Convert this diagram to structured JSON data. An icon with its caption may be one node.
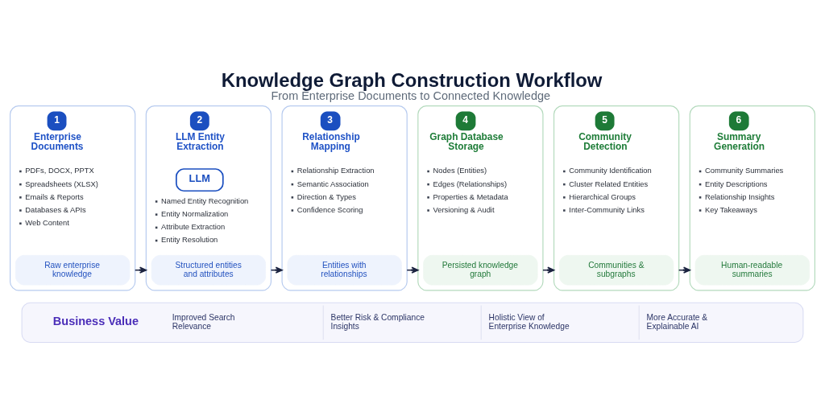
{
  "diagram": {
    "title": "Knowledge Graph Construction Workflow",
    "caption": "From Enterprise Documents to Connected Knowledge",
    "nodes": [
      {
        "text": [
          "Enterprise Documents",
          "PDFs, DOCX, PPTX",
          "Spreadsheets (XLSX)",
          "Emails & Reports",
          "Databases & APIs",
          "Web Content"
        ],
        "beside": [
          "1"
        ]
      },
      {
        "text": [
          "Raw enterprise knowledge"
        ],
        "in": 0
      },
      {
        "text": [
          "LLM Entity Extraction",
          "LLM",
          "Named Entity Recognition",
          "Entity Normalization",
          "Attribute Extraction",
          "Entity Resolution"
        ],
        "beside": [
          "2"
        ]
      },
      {
        "text": [
          "Structured entities and attributes"
        ],
        "in": 2
      },
      {
        "text": [
          "Relationship Mapping",
          "Relationship Extraction",
          "Semantic Association",
          "Direction & Types",
          "Confidence Scoring"
        ],
        "beside": [
          "3"
        ]
      },
      {
        "text": [
          "Entities with relationships"
        ],
        "in": 4
      },
      {
        "text": [
          "Graph Database Storage",
          "Nodes (Entities)",
          "Edges (Relationships)",
          "Properties & Metadata",
          "Versioning & Audit"
        ],
        "beside": [
          "4"
        ]
      },
      {
        "text": [
          "Persisted knowledge graph"
        ],
        "in": 6
      },
      {
        "text": [
          "Community Detection",
          "Community Identification",
          "Cluster Related Entities",
          "Hierarchical Groups",
          "Inter-Community Links"
        ],
        "beside": [
          "5"
        ]
      },
      {
        "text": [
          "Communities & subgraphs"
        ],
        "in": 8
      },
      {
        "text": [
          "Summary Generation",
          "Community Summaries",
          "Entity Descriptions",
          "Relationship Insights",
          "Key Takeaways"
        ],
        "beside": [
          "6"
        ]
      },
      {
        "text": [
          "Human-readable summaries"
        ],
        "in": 10
      },
      {
        "text": [
          "Business Value",
          "Improved Search Relevance",
          "Better Risk & Compliance Insights",
          "Holistic View of Enterprise Knowledge",
          "More Accurate & Explainable AI"
        ]
      }
    ],
    "edges": [
      {
        "from": 0,
        "to": 2,
        "arrow": "to"
      },
      {
        "from": 2,
        "to": 4,
        "arrow": "to"
      },
      {
        "from": 4,
        "to": 6,
        "arrow": "to"
      },
      {
        "from": 6,
        "to": 8,
        "arrow": "to"
      },
      {
        "from": 8,
        "to": 10,
        "arrow": "to"
      }
    ]
  }
}
